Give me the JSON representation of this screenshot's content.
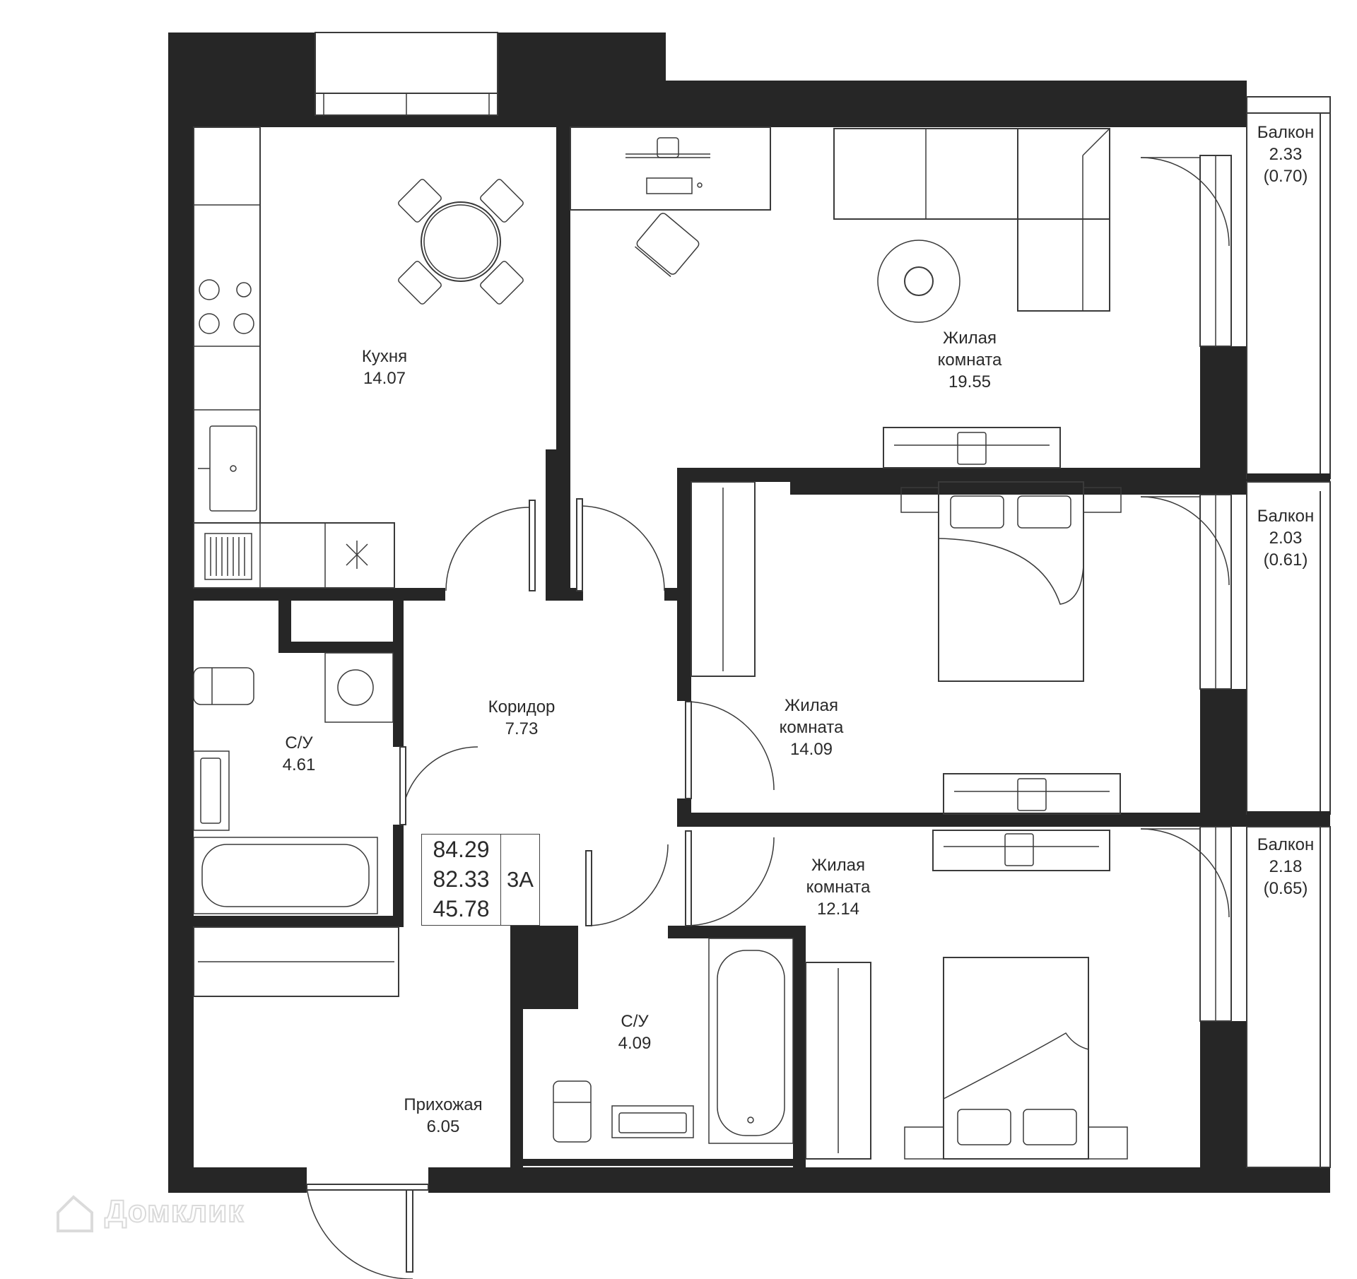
{
  "rooms": {
    "kitchen": {
      "name": "Кухня",
      "area": "14.07"
    },
    "living_main": {
      "name_1": "Жилая",
      "name_2": "комната",
      "area": "19.55"
    },
    "living_mid": {
      "name_1": "Жилая",
      "name_2": "комната",
      "area": "14.09"
    },
    "living_low": {
      "name_1": "Жилая",
      "name_2": "комната",
      "area": "12.14"
    },
    "corridor": {
      "name": "Коридор",
      "area": "7.73"
    },
    "bath_left": {
      "name": "С/У",
      "area": "4.61"
    },
    "bath_center": {
      "name": "С/У",
      "area": "4.09"
    },
    "hallway": {
      "name": "Прихожая",
      "area": "6.05"
    }
  },
  "balconies": [
    {
      "name": "Балкон",
      "area": "2.33",
      "reduced": "(0.70)"
    },
    {
      "name": "Балкон",
      "area": "2.03",
      "reduced": "(0.61)"
    },
    {
      "name": "Балкон",
      "area": "2.18",
      "reduced": "(0.65)"
    }
  ],
  "summary": {
    "total": "84.29",
    "without_balcony": "82.33",
    "living": "45.78",
    "type": "3А"
  },
  "watermark": {
    "text": "Домклик",
    "icon": "house-logo-icon"
  },
  "colors": {
    "wall": "#262626",
    "line": "#3a3a3a",
    "background": "#ffffff"
  }
}
